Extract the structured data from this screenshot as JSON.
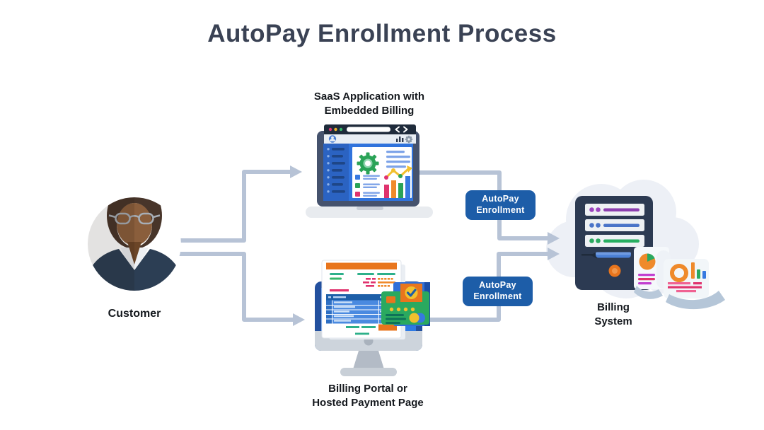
{
  "title": "AutoPay Enrollment Process",
  "nodes": {
    "customer": {
      "label": "Customer"
    },
    "saas_app": {
      "label": [
        "SaaS Application with",
        "Embedded Billing"
      ]
    },
    "billing_portal": {
      "label": [
        "Billing Portal or",
        "Hosted Payment Page"
      ]
    },
    "billing_system": {
      "label": [
        "Billing",
        "System"
      ]
    }
  },
  "badges": [
    {
      "label": [
        "AutoPay",
        "Enrollment"
      ]
    },
    {
      "label": [
        "AutoPay",
        "Enrollment"
      ]
    }
  ],
  "colors": {
    "badge_bg": "#1d5da8",
    "connector": "#b7c3d6",
    "title_text": "#3a4254",
    "label_text": "#14181d",
    "accent_orange": "#e8751d",
    "accent_green": "#2aa95f",
    "accent_blue": "#3779e0",
    "accent_pink": "#e0336e",
    "server_navy": "#2c3a52"
  }
}
